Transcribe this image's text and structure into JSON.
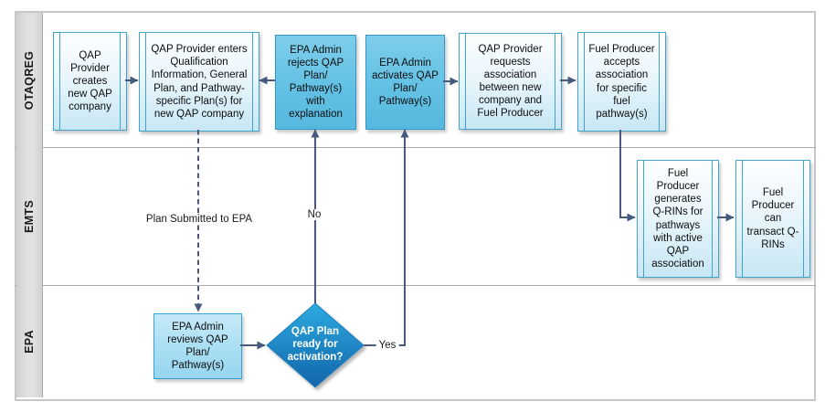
{
  "lanes": [
    {
      "label": "OTAQREG"
    },
    {
      "label": "EMTS"
    },
    {
      "label": "EPA"
    }
  ],
  "nodes": {
    "create_company": {
      "text": "QAP Provider creates new QAP company"
    },
    "enter_plans": {
      "text": "QAP Provider enters Qualification Information, General Plan, and Pathway-specific Plan(s) for new QAP company"
    },
    "reject_plan": {
      "text": "EPA Admin rejects QAP Plan/ Pathway(s) with explanation"
    },
    "activate_plan": {
      "text": "EPA Admin activates QAP Plan/ Pathway(s)"
    },
    "request_assoc": {
      "text": "QAP Provider requests association between new company and Fuel Producer"
    },
    "accept_assoc": {
      "text": "Fuel Producer accepts association for specific fuel pathway(s)"
    },
    "generate_qrins": {
      "text": "Fuel Producer generates Q-RINs for pathways with active QAP association"
    },
    "transact_qrins": {
      "text": "Fuel Producer can transact Q-RINs"
    },
    "review_plan": {
      "text": "EPA Admin reviews QAP Plan/ Pathway(s)"
    },
    "decision": {
      "text": "QAP Plan ready for activation?"
    }
  },
  "edge_labels": {
    "plan_submitted": "Plan Submitted to EPA",
    "no": "No",
    "yes": "Yes"
  },
  "colors": {
    "subprocess_border": "#44A3CD",
    "action_border": "#3796C8",
    "review_border": "#35A3D8",
    "connector": "#455A7D",
    "decision_fill_top": "#2EA9E0",
    "decision_fill_bottom": "#1165A9",
    "lane_label_bg": "#DCDCDC",
    "lane_border": "#ABABAB",
    "frame_border": "#C7C7C7"
  }
}
